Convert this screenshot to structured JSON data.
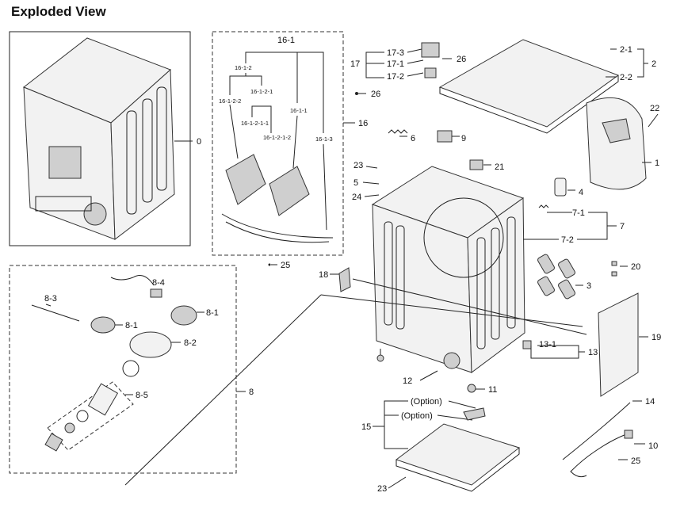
{
  "title": "Exploded View",
  "labels": {
    "l0": "0",
    "l16_1": "16-1",
    "l16_1_2": "16-1-2",
    "l16_1_2_2": "16-1-2-2",
    "l16_1_2_1": "16-1-2-1",
    "l16_1_2_1_1": "16-1-2-1-1",
    "l16_1_2_1_2": "16-1-2-1-2",
    "l16_1_1": "16-1-1",
    "l16_1_3": "16-1-3",
    "l16": "16",
    "l17": "17",
    "l17_3": "17-3",
    "l17_1": "17-1",
    "l17_2": "17-2",
    "l26a": "26",
    "l26b": "26",
    "l2": "2",
    "l2_1": "2-1",
    "l2_2": "2-2",
    "l22": "22",
    "l1": "1",
    "l6": "6",
    "l9": "9",
    "l23a": "23",
    "l21": "21",
    "l5": "5",
    "l24": "24",
    "l4": "4",
    "l7": "7",
    "l7_1": "7-1",
    "l7_2": "7-2",
    "l25a": "25",
    "l20": "20",
    "l18": "18",
    "l3": "3",
    "l8_4": "8-4",
    "l8_3": "8-3",
    "l8_1a": "8-1",
    "l8_1b": "8-1",
    "l8_2": "8-2",
    "l8_5": "8-5",
    "l8": "8",
    "l13": "13",
    "l13_1": "13-1",
    "l19": "19",
    "l12": "12",
    "l11": "11",
    "l14": "14",
    "l15": "15",
    "opt1": "(Option)",
    "opt2": "(Option)",
    "l23b": "23",
    "l10": "10",
    "l25b": "25"
  }
}
